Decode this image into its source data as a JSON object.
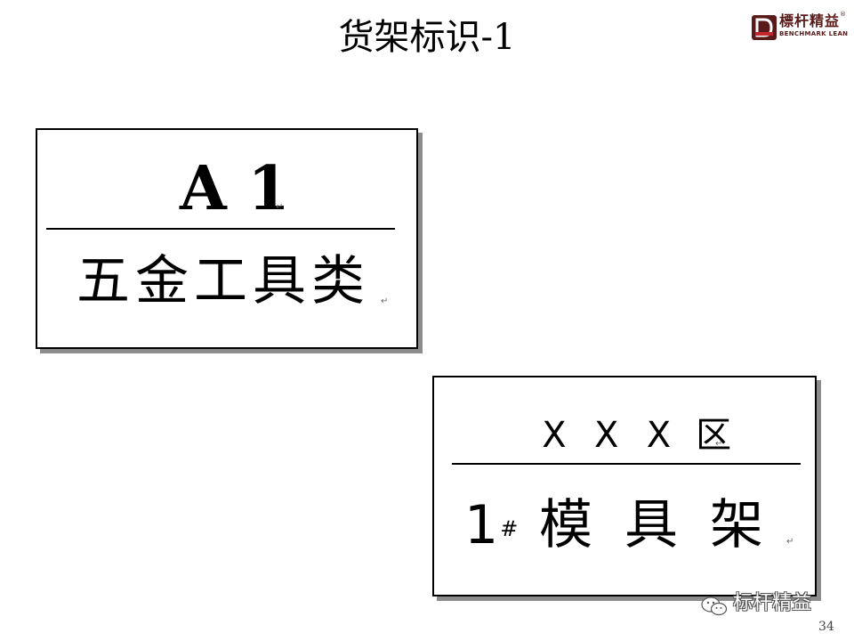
{
  "slide": {
    "title": "货架标识-1",
    "page_number": "34"
  },
  "logo": {
    "cn": "標杆精益",
    "en": "BENCHMARK LEAN",
    "reg_mark": "®",
    "icon": "benchmark-lean-logo-icon"
  },
  "sign_a": {
    "code": "A 1",
    "category": "五金工具类"
  },
  "sign_b": {
    "zone_letters": [
      "X",
      "X",
      "X"
    ],
    "zone_suffix": "区",
    "rack_number": "1",
    "rack_number_mark": "#",
    "rack_name": "模具架"
  },
  "paragraph_mark": "↵",
  "watermark": {
    "icon": "wechat-icon",
    "text": "标杆精益"
  },
  "colors": {
    "shadow": "#8c8c8c",
    "logo_brand": "#5a1a1a",
    "logo_accent": "#c1272d"
  }
}
